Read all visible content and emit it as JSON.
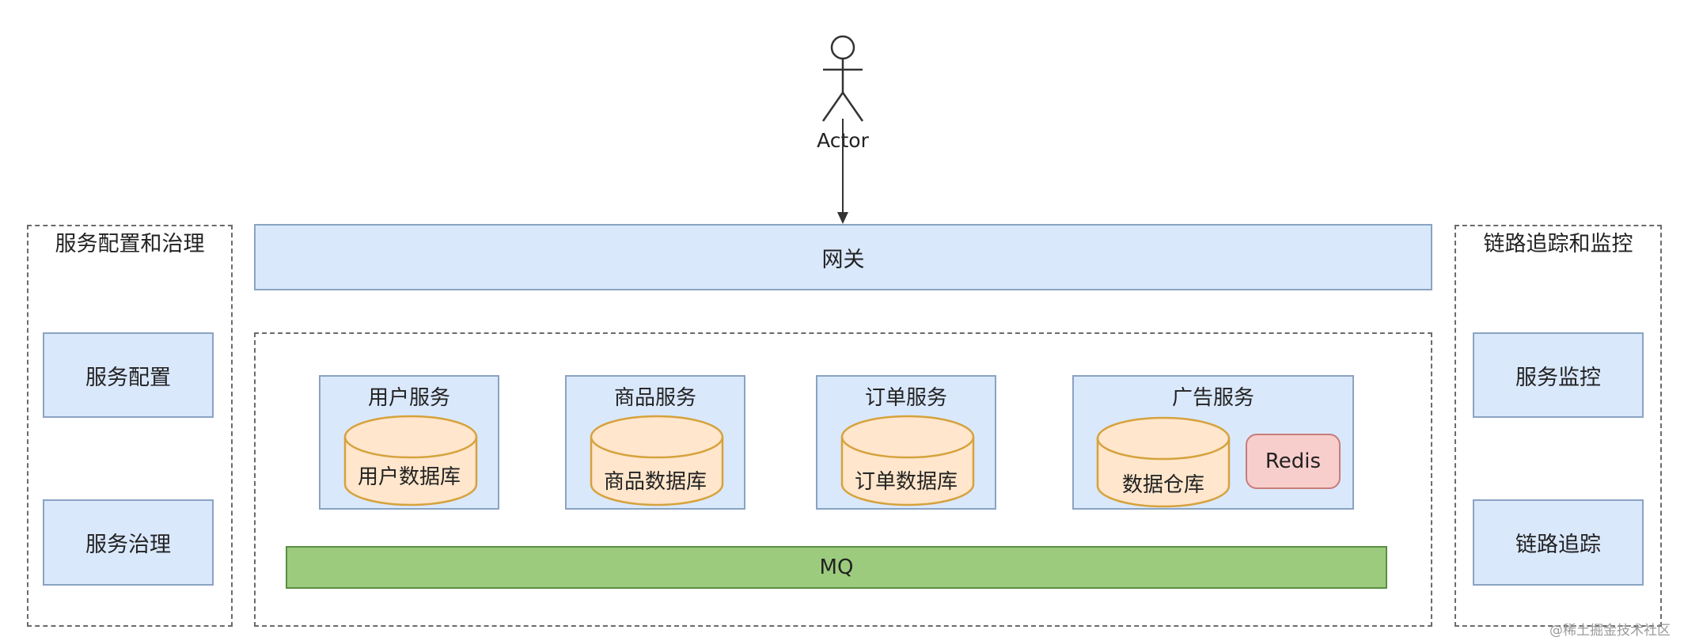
{
  "actor": {
    "label": "Actor"
  },
  "gateway": {
    "label": "网关"
  },
  "left_group": {
    "title": "服务配置和治理",
    "items": [
      "服务配置",
      "服务治理"
    ]
  },
  "right_group": {
    "title": "链路追踪和监控",
    "items": [
      "服务监控",
      "链路追踪"
    ]
  },
  "services": [
    {
      "title": "用户服务",
      "db": "用户数据库"
    },
    {
      "title": "商品服务",
      "db": "商品数据库"
    },
    {
      "title": "订单服务",
      "db": "订单数据库"
    },
    {
      "title": "广告服务",
      "db": "数据仓库",
      "cache": "Redis"
    }
  ],
  "mq": {
    "label": "MQ"
  },
  "watermark": "@稀土掘金技术社区",
  "colors": {
    "service_fill": "#dae8fc",
    "database_fill": "#ffe6cc",
    "cache_fill": "#f8cecc",
    "mq_fill": "#9ccb7e"
  }
}
